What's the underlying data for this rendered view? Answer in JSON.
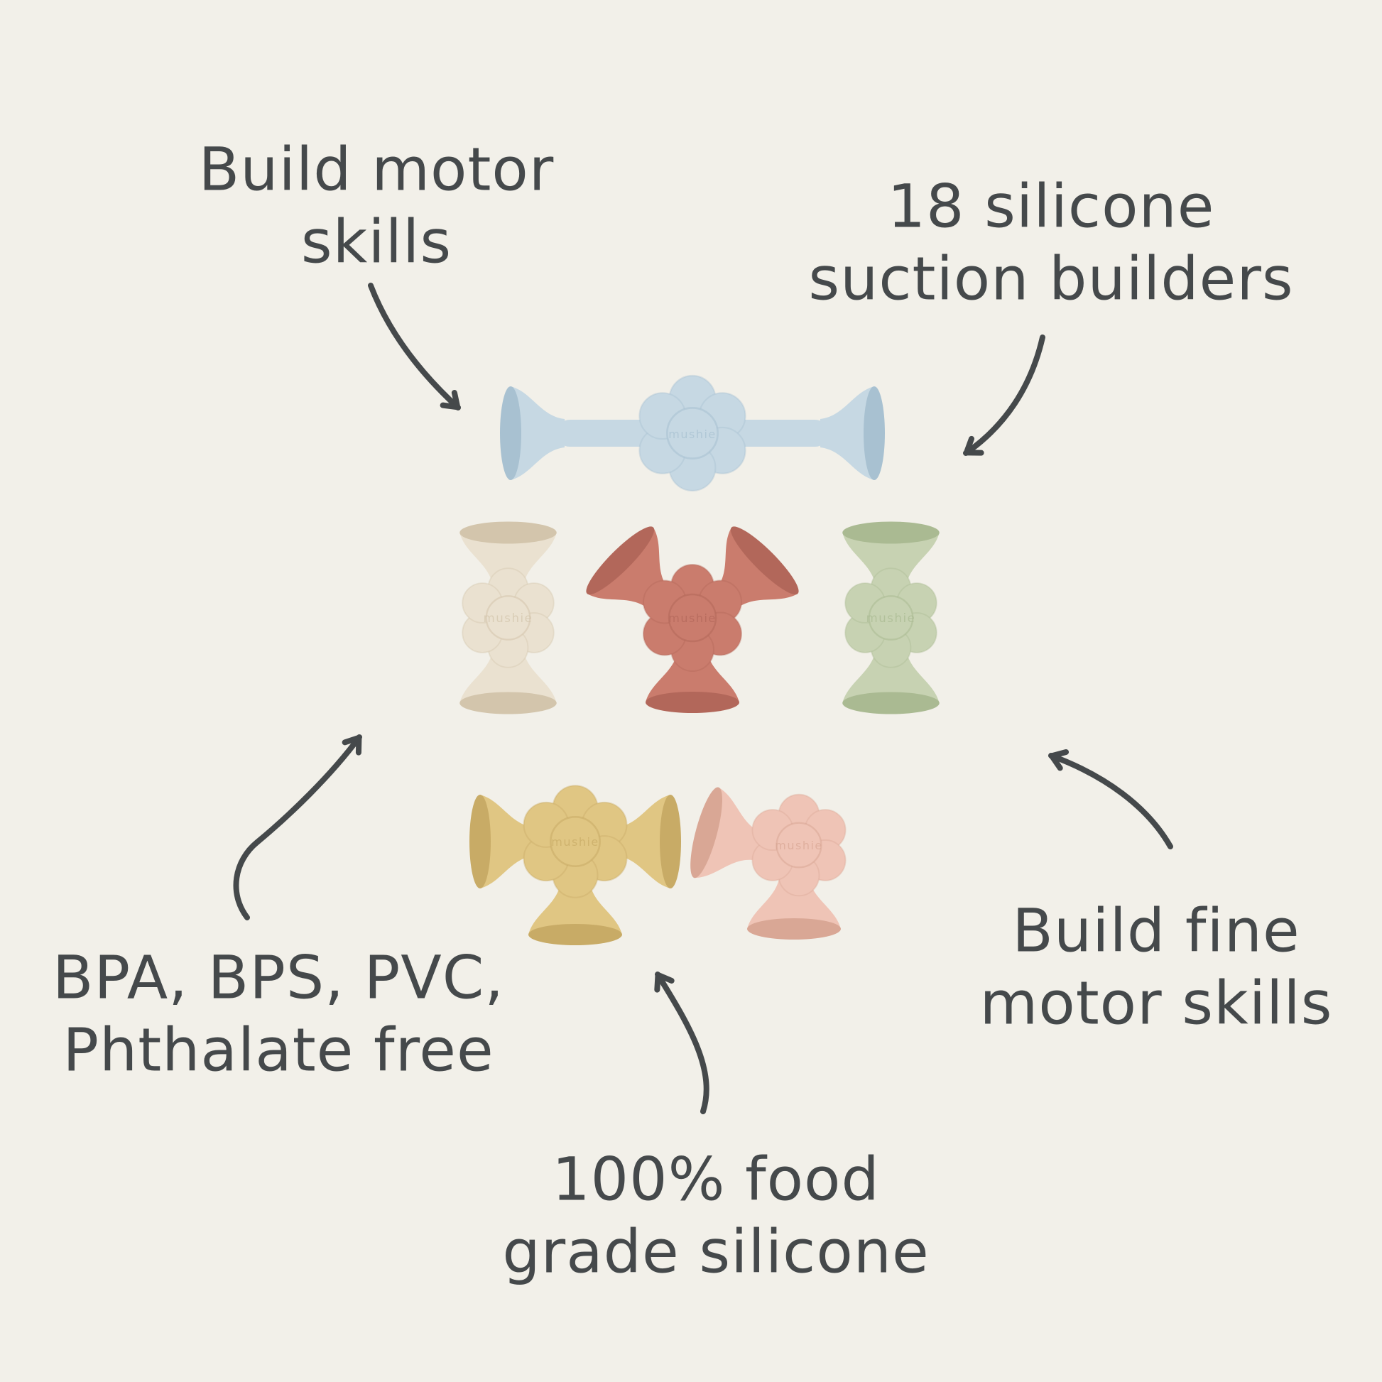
{
  "canvas": {
    "bg": "#f2f0e9",
    "ink": "#45494b"
  },
  "labels": {
    "build_motor": {
      "line1": "Build motor",
      "line2": "skills"
    },
    "suction_builders": {
      "line1": "18 silicone",
      "line2": "suction builders"
    },
    "material_free": {
      "line1": "BPA, BPS, PVC,",
      "line2": "Phthalate free"
    },
    "fine_motor": {
      "line1": "Build fine",
      "line2": "motor skills"
    },
    "food_grade": {
      "line1": "100% food",
      "line2": "grade silicone"
    }
  },
  "products": {
    "brand": "mushie",
    "items": [
      {
        "id": "blue-bar",
        "name": "light blue horizontal suction builder",
        "color": "#c6d8e3",
        "shade": "#a8c1d1"
      },
      {
        "id": "cream-spool",
        "name": "cream spool suction builder",
        "color": "#eae1d0",
        "shade": "#d3c5ac"
      },
      {
        "id": "terracotta-wings",
        "name": "terracotta winged suction builder",
        "color": "#ca7c6d",
        "shade": "#b2675a"
      },
      {
        "id": "sage-spool",
        "name": "sage spool suction builder",
        "color": "#c7d2b2",
        "shade": "#aaba92"
      },
      {
        "id": "yellow-wings",
        "name": "mustard winged suction builder",
        "color": "#e0c683",
        "shade": "#c8ab66"
      },
      {
        "id": "pink-angled",
        "name": "blush angled suction builder",
        "color": "#efc4b6",
        "shade": "#d9a795"
      }
    ]
  }
}
